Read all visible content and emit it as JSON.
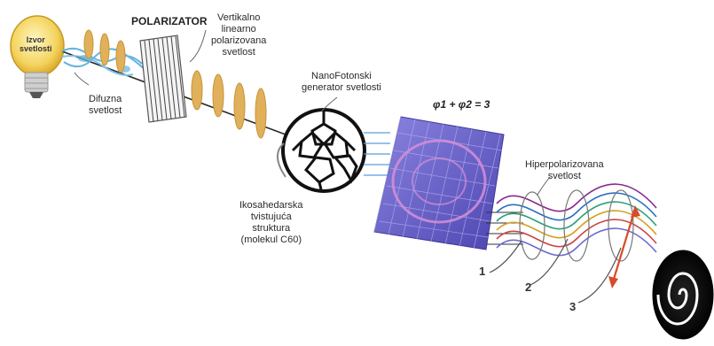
{
  "labels": {
    "source": [
      "Izvor",
      "svetlosti"
    ],
    "polarizator": "POLARIZATOR",
    "vertical": [
      "Vertikalno",
      "linearno",
      "polarizovana",
      "svetlost"
    ],
    "diffuse": [
      "Difuzna",
      "svetlost"
    ],
    "nanophotonic": [
      "NanoFotonski",
      "generator svetlosti"
    ],
    "formula": "φ1 + φ2 = 3",
    "ico": [
      "Ikosahedarska",
      "tvistujuća",
      "struktura",
      "(molekul C60)"
    ],
    "hyper": [
      "Hiperpolarizovana",
      "svetlost"
    ],
    "num1": "1",
    "num2": "2",
    "num3": "3"
  },
  "colors": {
    "wave": "#e0b05a",
    "diffuse_wave": "#63b4e0",
    "grid": "#6a63c8",
    "beam_red": "#d94a2a",
    "bulb": "#f4d35e"
  },
  "icons": [
    "light-bulb-icon",
    "polarizer-grid",
    "c60-molecule",
    "nanophotonic-grid",
    "hyperpolarized-wave-bundle",
    "spiral-vortex-icon"
  ]
}
